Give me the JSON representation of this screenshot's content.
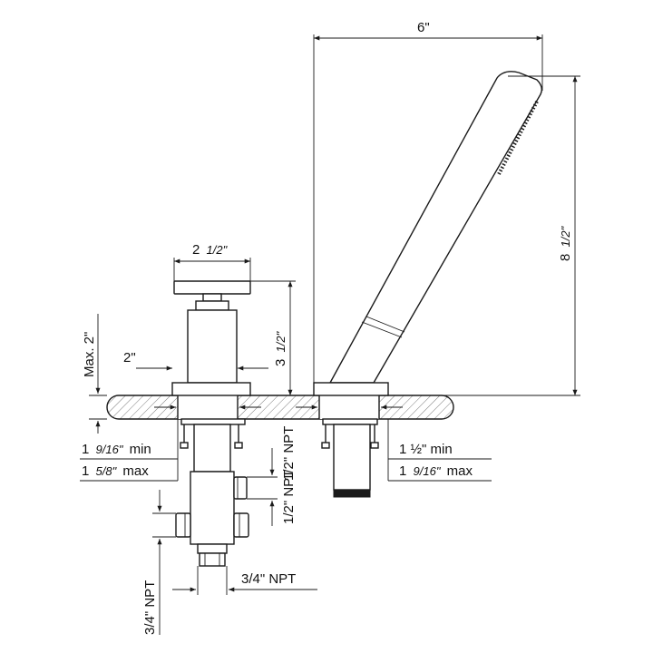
{
  "labels": {
    "width_6": "6\"",
    "height_8": "8",
    "height_8_frac": "1/2\"",
    "handle_width_main": "2",
    "handle_width_frac": "1/2\"",
    "valve_height_main": "3",
    "valve_height_frac": "1/2\"",
    "max_deck": "Max. 2\"",
    "offset_2": "2\"",
    "left_min_whole": "1",
    "left_min_frac": "9/16\"",
    "left_min_word": "min",
    "left_max_whole": "1",
    "left_max_frac": "5/8\"",
    "left_max_word": "max",
    "right_min": "1 ½\" min",
    "right_max_whole": "1",
    "right_max_frac": "9/16\"",
    "right_max_word": "max",
    "npt_half": "1/2\" NPT",
    "npt_half_lower": "1/2\" NPT",
    "npt_34_vert": "3/4\" NPT",
    "npt_34_horiz": "3/4\" NPT"
  }
}
